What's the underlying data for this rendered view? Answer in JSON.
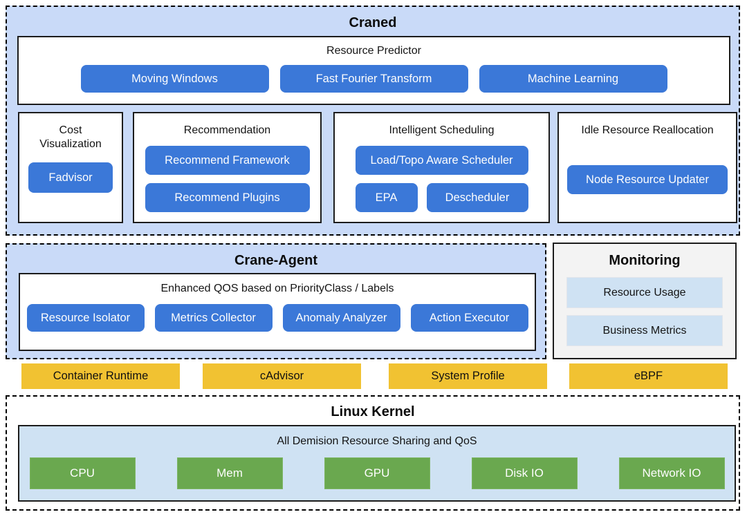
{
  "colors": {
    "section_fill_blue": "#c9daf8",
    "component_blue": "#3b78d8",
    "interface_yellow": "#f1c232",
    "kernel_green": "#6aa84f",
    "monitor_item_fill": "#cfe2f3",
    "monitoring_fill": "#f3f3f3"
  },
  "craned": {
    "title": "Craned",
    "resource_predictor": {
      "title": "Resource Predictor",
      "buttons": [
        "Moving Windows",
        "Fast Fourier Transform",
        "Machine Learning"
      ]
    },
    "cost_visualization": {
      "title": "Cost Visualization",
      "buttons": [
        "Fadvisor"
      ]
    },
    "recommendation": {
      "title": "Recommendation",
      "buttons": [
        "Recommend Framework",
        "Recommend Plugins"
      ]
    },
    "intelligent_scheduling": {
      "title": "Intelligent Scheduling",
      "buttons": [
        "Load/Topo Aware Scheduler",
        "EPA",
        "Descheduler"
      ]
    },
    "idle_resource_reallocation": {
      "title": "Idle Resource Reallocation",
      "buttons": [
        "Node Resource Updater"
      ]
    }
  },
  "crane_agent": {
    "title": "Crane-Agent",
    "qos": {
      "title": "Enhanced QOS based on PriorityClass / Labels",
      "buttons": [
        "Resource Isolator",
        "Metrics Collector",
        "Anomaly Analyzer",
        "Action Executor"
      ]
    }
  },
  "monitoring": {
    "title": "Monitoring",
    "items": [
      "Resource Usage",
      "Business Metrics"
    ]
  },
  "node_interfaces": [
    "Container Runtime",
    "cAdvisor",
    "System Profile",
    "eBPF"
  ],
  "linux_kernel": {
    "title": "Linux Kernel",
    "sharing": {
      "title": "All Demision Resource Sharing and QoS",
      "resources": [
        "CPU",
        "Mem",
        "GPU",
        "Disk IO",
        "Network IO"
      ]
    }
  }
}
